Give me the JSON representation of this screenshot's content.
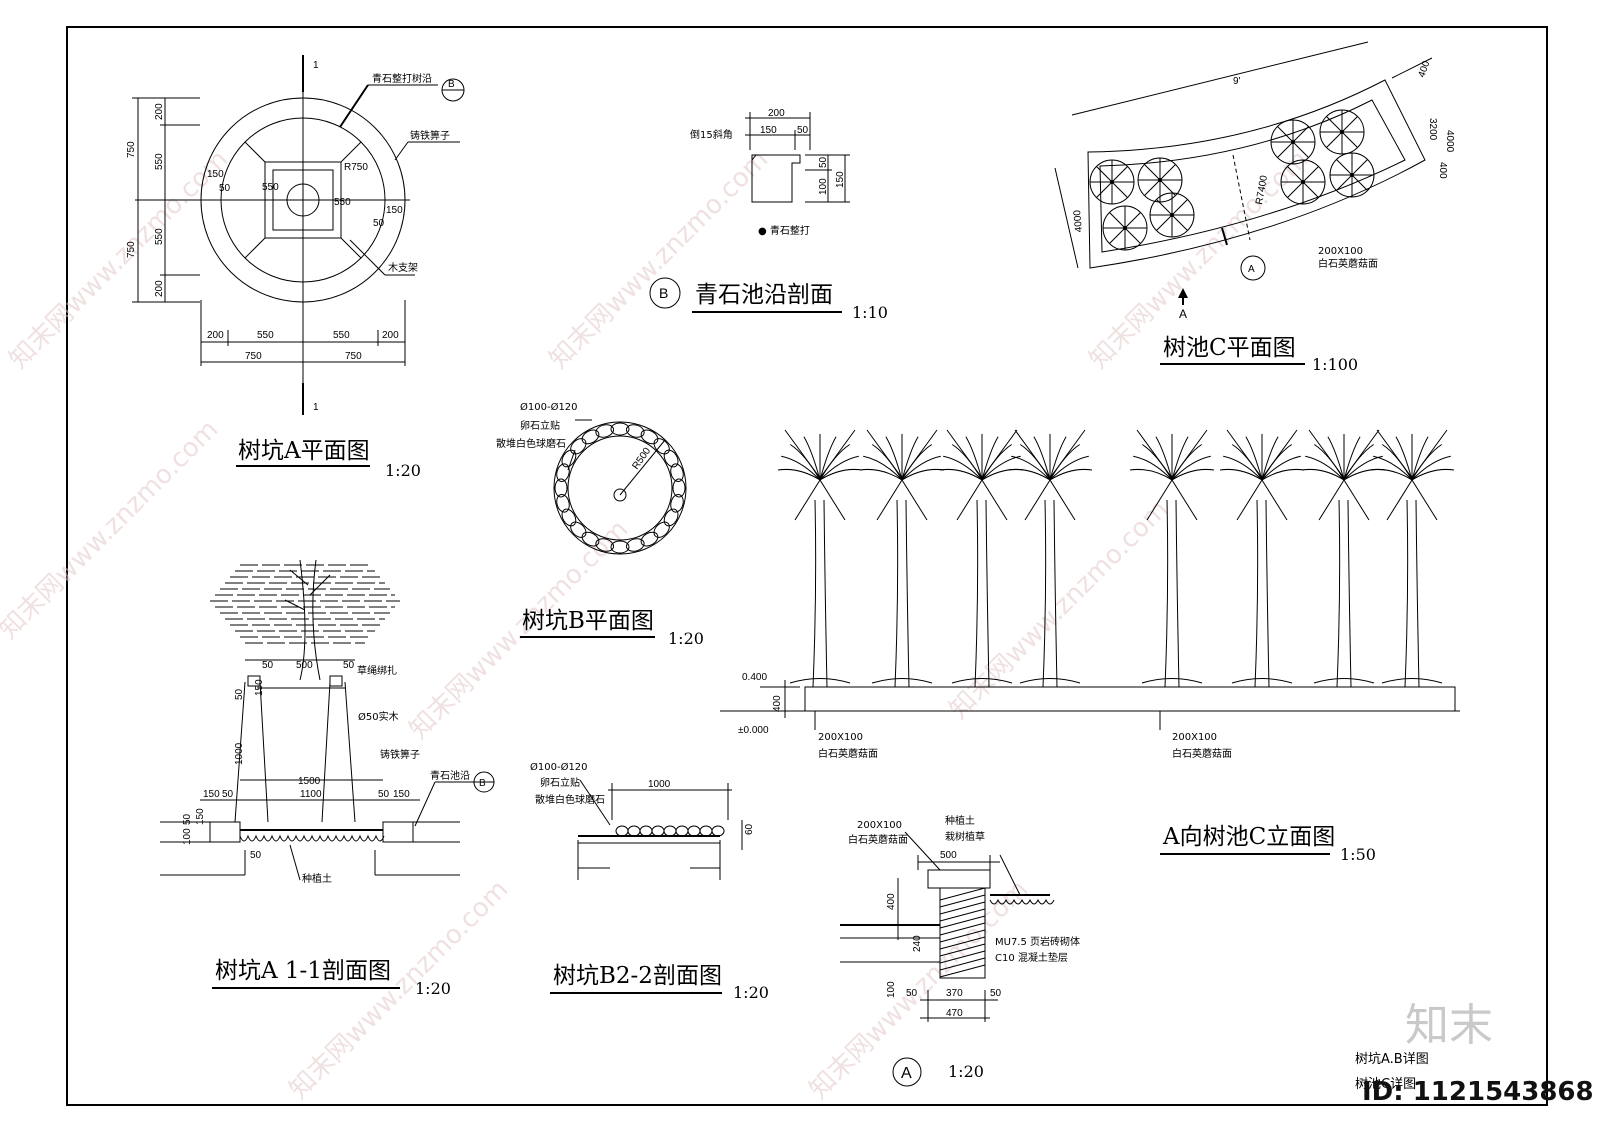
{
  "watermarks": [
    "知末网www.znzmo.com",
    "知末网www.znzmo.com",
    "知末网www.znzmo.com",
    "知末网www.znzmo.com",
    "知末网www.znzmo.com",
    "知末网www.znzmo.com",
    "知末网www.znzmo.com",
    "知末网www.znzmo.com"
  ],
  "logo": "知末",
  "id_text": "ID: 1121543868",
  "sheet_titles": [
    "树坑A.B详图",
    "树池C详图"
  ],
  "plan_a": {
    "title": "树坑A平面图",
    "scale": "1:20",
    "section_mark": "1",
    "labels": [
      "青石整打树沿",
      "铸铁箅子",
      "木支架",
      "B"
    ],
    "dims_left": [
      "200",
      "550",
      "750",
      "550",
      "750",
      "200"
    ],
    "dims_bottom_top": [
      "200",
      "550",
      "550",
      "200"
    ],
    "dims_bottom_bot": [
      "750",
      "750"
    ],
    "inner_dims": [
      "150",
      "50",
      "550",
      "R750",
      "550",
      "150",
      "50"
    ]
  },
  "section_b": {
    "title": "青石池沿剖面",
    "scale": "1:10",
    "mark": "B",
    "dims": [
      "200",
      "150",
      "50",
      "50",
      "100",
      "150"
    ],
    "labels": [
      "倒15斜角",
      "● 青石整打"
    ]
  },
  "plan_c": {
    "title": "树池C平面图",
    "scale": "1:100",
    "dims": [
      "9'",
      "400",
      "4000",
      "3200",
      "400",
      "4000",
      "R7400"
    ],
    "labels": [
      "200X100",
      "白石英蘑菇面",
      "A",
      "A"
    ]
  },
  "plan_b": {
    "title": "树坑B平面图",
    "scale": "1:20",
    "labels": [
      "Ø100-Ø120",
      "卵石立贴",
      "散堆白色球磨石",
      "R500"
    ]
  },
  "elev_c": {
    "title": "A向树池C立面图",
    "scale": "1:50",
    "dims": [
      "0.400",
      "400",
      "±0.000"
    ],
    "labels": [
      "200X100",
      "白石英蘑菇面",
      "200X100",
      "白石英蘑菇面"
    ]
  },
  "section_a": {
    "title": "树坑A 1-1剖面图",
    "scale": "1:20",
    "dims": [
      "50",
      "500",
      "50",
      "150",
      "50",
      "1000",
      "1500",
      "150",
      "50",
      "1100",
      "50",
      "150",
      "100",
      "50",
      "150",
      "50"
    ],
    "labels": [
      "草绳绑扎",
      "Ø50实木",
      "铸铁箅子",
      "青石池沿",
      "种植土",
      "B"
    ]
  },
  "section_b2": {
    "title": "树坑B2-2剖面图",
    "scale": "1:20",
    "dims": [
      "1000",
      "60"
    ],
    "labels": [
      "Ø100-Ø120",
      "卵石立贴",
      "散堆白色球磨石"
    ]
  },
  "detail_a": {
    "mark": "A",
    "scale": "1:20",
    "dims": [
      "500",
      "400",
      "240",
      "100",
      "50",
      "370",
      "50",
      "470"
    ],
    "labels": [
      "200X100",
      "白石英蘑菇面",
      "种植土",
      "栽树植草",
      "MU7.5 页岩砖砌体",
      "C10 混凝土垫层"
    ]
  }
}
